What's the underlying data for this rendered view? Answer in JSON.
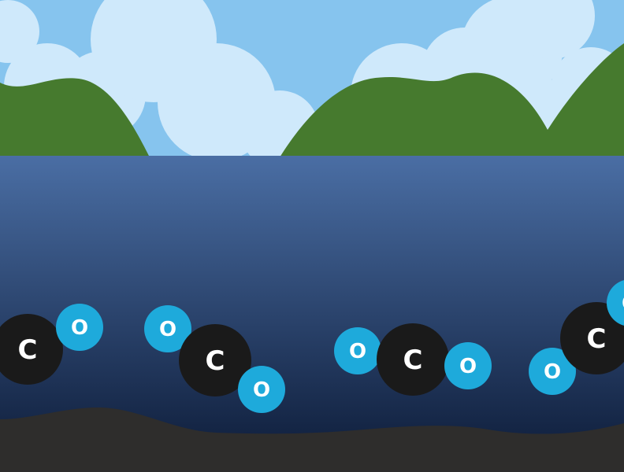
{
  "scene": {
    "colors": {
      "sky": "#86c4ee",
      "cloud": "#cfe9fb",
      "hill": "#467a2e",
      "water_top": "#4a6ea4",
      "water_bottom": "#0c1a36",
      "sea_floor": "#2e2d2c",
      "carbon": "#1a1a1a",
      "oxygen": "#1eaadb",
      "label": "#ffffff"
    }
  },
  "molecules": [
    {
      "name": "co2-molecule-1",
      "atoms": [
        {
          "element": "carbon",
          "label": "C"
        },
        {
          "element": "oxygen",
          "label": "O"
        }
      ]
    },
    {
      "name": "co2-molecule-2",
      "atoms": [
        {
          "element": "oxygen",
          "label": "O"
        },
        {
          "element": "carbon",
          "label": "C"
        },
        {
          "element": "oxygen",
          "label": "O"
        }
      ]
    },
    {
      "name": "co2-molecule-3",
      "atoms": [
        {
          "element": "oxygen",
          "label": "O"
        },
        {
          "element": "carbon",
          "label": "C"
        },
        {
          "element": "oxygen",
          "label": "O"
        }
      ]
    },
    {
      "name": "co2-molecule-4",
      "atoms": [
        {
          "element": "oxygen",
          "label": "O"
        },
        {
          "element": "carbon",
          "label": "C"
        },
        {
          "element": "oxygen",
          "label": "O"
        }
      ]
    }
  ]
}
